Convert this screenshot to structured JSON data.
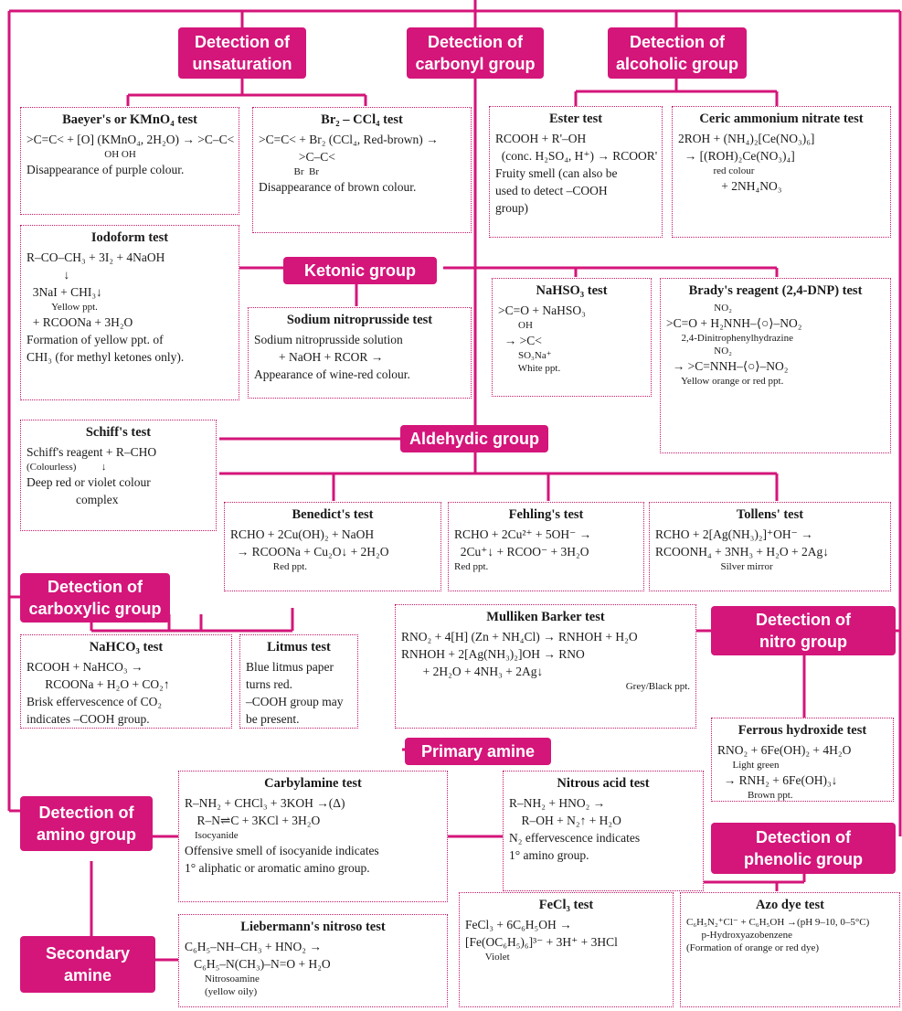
{
  "headers": {
    "unsaturation": "Detection of\nunsaturation",
    "carbonyl": "Detection of\ncarbonyl group",
    "alcoholic": "Detection of\nalcoholic group",
    "ketonic": "Ketonic group",
    "aldehydic": "Aldehydic group",
    "carboxylic": "Detection of\ncarboxylic group",
    "nitro": "Detection of\nnitro group",
    "primary_amine": "Primary amine",
    "amino": "Detection of\namino group",
    "phenolic": "Detection of\nphenolic group",
    "secondary_amine": "Secondary\namine"
  },
  "boxes": {
    "baeyer": {
      "title": "Baeyer's or KMnO₄ test",
      "lines": [
        ">C=C< + [O] (KMnO₄, 2H₂O) → >C–C<",
        "                               OH OH",
        "Disappearance of purple colour."
      ]
    },
    "bromine": {
      "title": "Br₂ – CCl₄ test",
      "lines": [
        ">C=C< + Br₂ (CCl₄, Red-brown) →",
        "             >C–C<",
        "              Br  Br",
        "Disappearance of brown colour."
      ]
    },
    "ester": {
      "title": "Ester test",
      "lines": [
        "RCOOH + R'–OH",
        "  (conc. H₂SO₄, H⁺) → RCOOR'",
        "Fruity smell (can also be",
        "used to detect –COOH",
        "group)"
      ]
    },
    "ceric": {
      "title": "Ceric ammonium nitrate test",
      "lines": [
        "2ROH + (NH₄)₂[Ce(NO₃)₆]",
        "  → [(ROH)₂Ce(NO₃)₄]",
        "              red colour",
        "              + 2NH₄NO₃"
      ]
    },
    "iodoform": {
      "title": "Iodoform test",
      "lines": [
        "R–CO–CH₃ + 3I₂ + 4NaOH",
        "            ↓",
        "  3NaI + CHI₃↓",
        "          Yellow ppt.",
        "  + RCOONa + 3H₂O",
        "Formation of yellow ppt. of",
        "CHI₃ (for methyl ketones only)."
      ]
    },
    "nitroprusside": {
      "title": "Sodium nitroprusside test",
      "lines": [
        "Sodium nitroprusside solution",
        "        + NaOH + RCOR →",
        "Appearance of wine-red colour."
      ]
    },
    "nahso3": {
      "title": "NaHSO₃ test",
      "lines": [
        ">C=O + NaHSO₃",
        "        OH",
        "  → >C<",
        "        SO₃Na⁺",
        "        White ppt."
      ]
    },
    "brady": {
      "title": "Brady's reagent (2,4-DNP) test",
      "lines": [
        "                   NO₂",
        ">C=O + H₂NNH–⟨○⟩–NO₂",
        "      2,4-Dinitrophenylhydrazine",
        "                   NO₂",
        "  → >C=NNH–⟨○⟩–NO₂",
        "      Yellow orange or red ppt."
      ]
    },
    "schiff": {
      "title": "Schiff's test",
      "lines": [
        "Schiff's reagent + R–CHO",
        "(Colourless)          ↓",
        "Deep red or violet colour",
        "                complex"
      ]
    },
    "benedict": {
      "title": "Benedict's test",
      "lines": [
        "RCHO + 2Cu(OH)₂ + NaOH",
        "  → RCOONa + Cu₂O↓ + 2H₂O",
        "                 Red ppt."
      ]
    },
    "fehling": {
      "title": "Fehling's test",
      "lines": [
        "RCHO + 2Cu²⁺ + 5OH⁻ →",
        "  2Cu⁺↓ + RCOO⁻ + 3H₂O",
        "Red ppt."
      ]
    },
    "tollens": {
      "title": "Tollens' test",
      "lines": [
        "RCHO + 2[Ag(NH₃)₂]⁺OH⁻ →",
        "RCOONH₄ + 3NH₃ + H₂O + 2Ag↓",
        "                          Silver mirror"
      ]
    },
    "nahco3": {
      "title": "NaHCO₃ test",
      "lines": [
        "RCOOH + NaHCO₃ →",
        "      RCOONa + H₂O + CO₂↑",
        "Brisk effervescence of CO₂",
        "indicates –COOH group."
      ]
    },
    "litmus": {
      "title": "Litmus test",
      "lines": [
        "Blue litmus paper",
        "turns red.",
        "–COOH group may",
        "be present."
      ]
    },
    "mulliken": {
      "title": "Mulliken Barker test",
      "lines": [
        "RNO₂ + 4[H] (Zn + NH₄Cl) → RNHOH + H₂O",
        "RNHOH + 2[Ag(NH₃)₂]OH → RNO",
        "       + 2H₂O + 4NH₃ + 2Ag↓",
        "                      Grey/Black ppt."
      ]
    },
    "ferrous": {
      "title": "Ferrous hydroxide test",
      "lines": [
        "RNO₂ + 6Fe(OH)₂ + 4H₂O",
        "      Light green",
        "  → RNH₂ + 6Fe(OH)₃↓",
        "            Brown ppt."
      ]
    },
    "carbylamine": {
      "title": "Carbylamine test",
      "lines": [
        "R–NH₂ + CHCl₃ + 3KOH →(Δ)",
        "    R–N⇌C + 3KCl + 3H₂O",
        "    Isocyanide",
        "Offensive smell of isocyanide indicates",
        "1° aliphatic or aromatic amino group."
      ]
    },
    "nitrous": {
      "title": "Nitrous acid test",
      "lines": [
        "R–NH₂ + HNO₂ →",
        "    R–OH + N₂↑ + H₂O",
        "N₂ effervescence indicates",
        "1° amino group."
      ]
    },
    "liebermann": {
      "title": "Liebermann's nitroso test",
      "lines": [
        "C₆H₅–NH–CH₃ + HNO₂ →",
        "   C₆H₅–N(CH₃)–N=O + H₂O",
        "        Nitrosoamine",
        "        (yellow oily)"
      ]
    },
    "fecl3": {
      "title": "FeCl₃ test",
      "lines": [
        "FeCl₃ + 6C₆H₅OH →",
        "[Fe(OC₆H₅)₆]³⁻ + 3H⁺ + 3HCl",
        "        Violet"
      ]
    },
    "azo": {
      "title": "Azo dye test",
      "lines": [
        "C₆H₅N₂⁺Cl⁻ + C₆H₅OH →(pH 9–10, 0–5°C)",
        "      p-Hydroxyazobenzene",
        "(Formation of orange or red dye)"
      ]
    }
  },
  "colors": {
    "accent": "#d4157a",
    "line": "#d4157a",
    "box_border": "#c2186b"
  }
}
